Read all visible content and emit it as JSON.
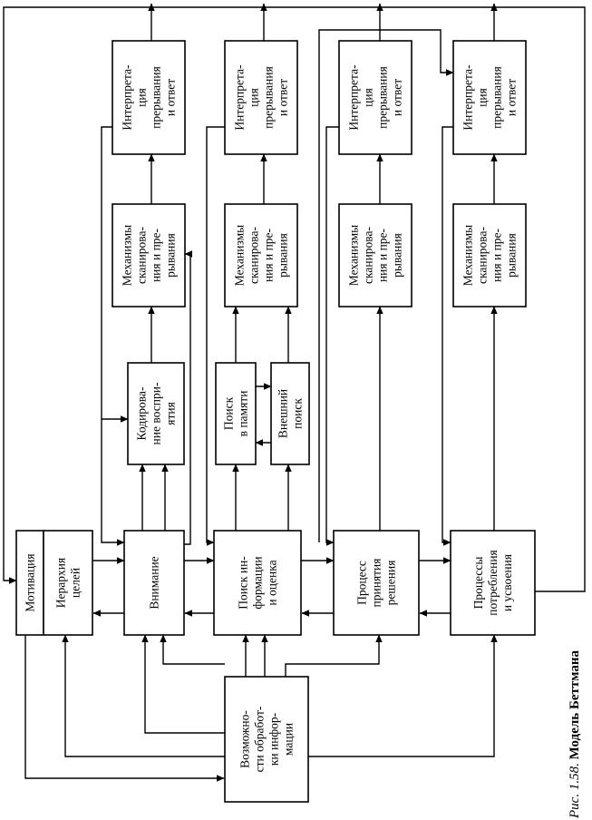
{
  "figure": {
    "caption_prefix": "Рис. 1.58.",
    "caption_title": "Модель Беттмана"
  },
  "boxes": [
    {
      "id": "motivation",
      "lines": [
        "Мотивация"
      ]
    },
    {
      "id": "goals",
      "lines": [
        "Иерархия",
        "целей"
      ]
    },
    {
      "id": "attention",
      "lines": [
        "Внимание"
      ]
    },
    {
      "id": "info-search",
      "lines": [
        "Поиск ин-",
        "формации",
        "и оценка"
      ]
    },
    {
      "id": "decision",
      "lines": [
        "Процесс",
        "принятия",
        "решения"
      ]
    },
    {
      "id": "consumption",
      "lines": [
        "Процессы",
        "потребления",
        "и усвоения"
      ]
    },
    {
      "id": "capacity",
      "lines": [
        "Возможно-",
        "сти обработ-",
        "ки инфор-",
        "мации"
      ]
    },
    {
      "id": "perception",
      "lines": [
        "Кодирова-",
        "ние воспри-",
        "ятия"
      ]
    },
    {
      "id": "memory-search",
      "lines": [
        "Поиск",
        "в памяти"
      ]
    },
    {
      "id": "external-search",
      "lines": [
        "Внешний",
        "поиск"
      ]
    },
    {
      "id": "scan-1",
      "lines": [
        "Механизмы",
        "сканирова-",
        "ния и пре-",
        "рывания"
      ]
    },
    {
      "id": "scan-2",
      "lines": [
        "Механизмы",
        "сканирова-",
        "ния и пре-",
        "рывания"
      ]
    },
    {
      "id": "scan-3",
      "lines": [
        "Механизмы",
        "сканирова-",
        "ния и пре-",
        "рывания"
      ]
    },
    {
      "id": "scan-4",
      "lines": [
        "Механизмы",
        "сканирова-",
        "ния и пре-",
        "рывания"
      ]
    },
    {
      "id": "interp-1",
      "lines": [
        "Интерпрета-",
        "ция",
        "прерывания",
        "и ответ"
      ]
    },
    {
      "id": "interp-2",
      "lines": [
        "Интерпрета-",
        "ция",
        "прерывания",
        "и ответ"
      ]
    },
    {
      "id": "interp-3",
      "lines": [
        "Интерпрета-",
        "ция",
        "прерывания",
        "и ответ"
      ]
    },
    {
      "id": "interp-4",
      "lines": [
        "Интерпрета-",
        "ция",
        "прерывания",
        "и ответ"
      ]
    }
  ]
}
